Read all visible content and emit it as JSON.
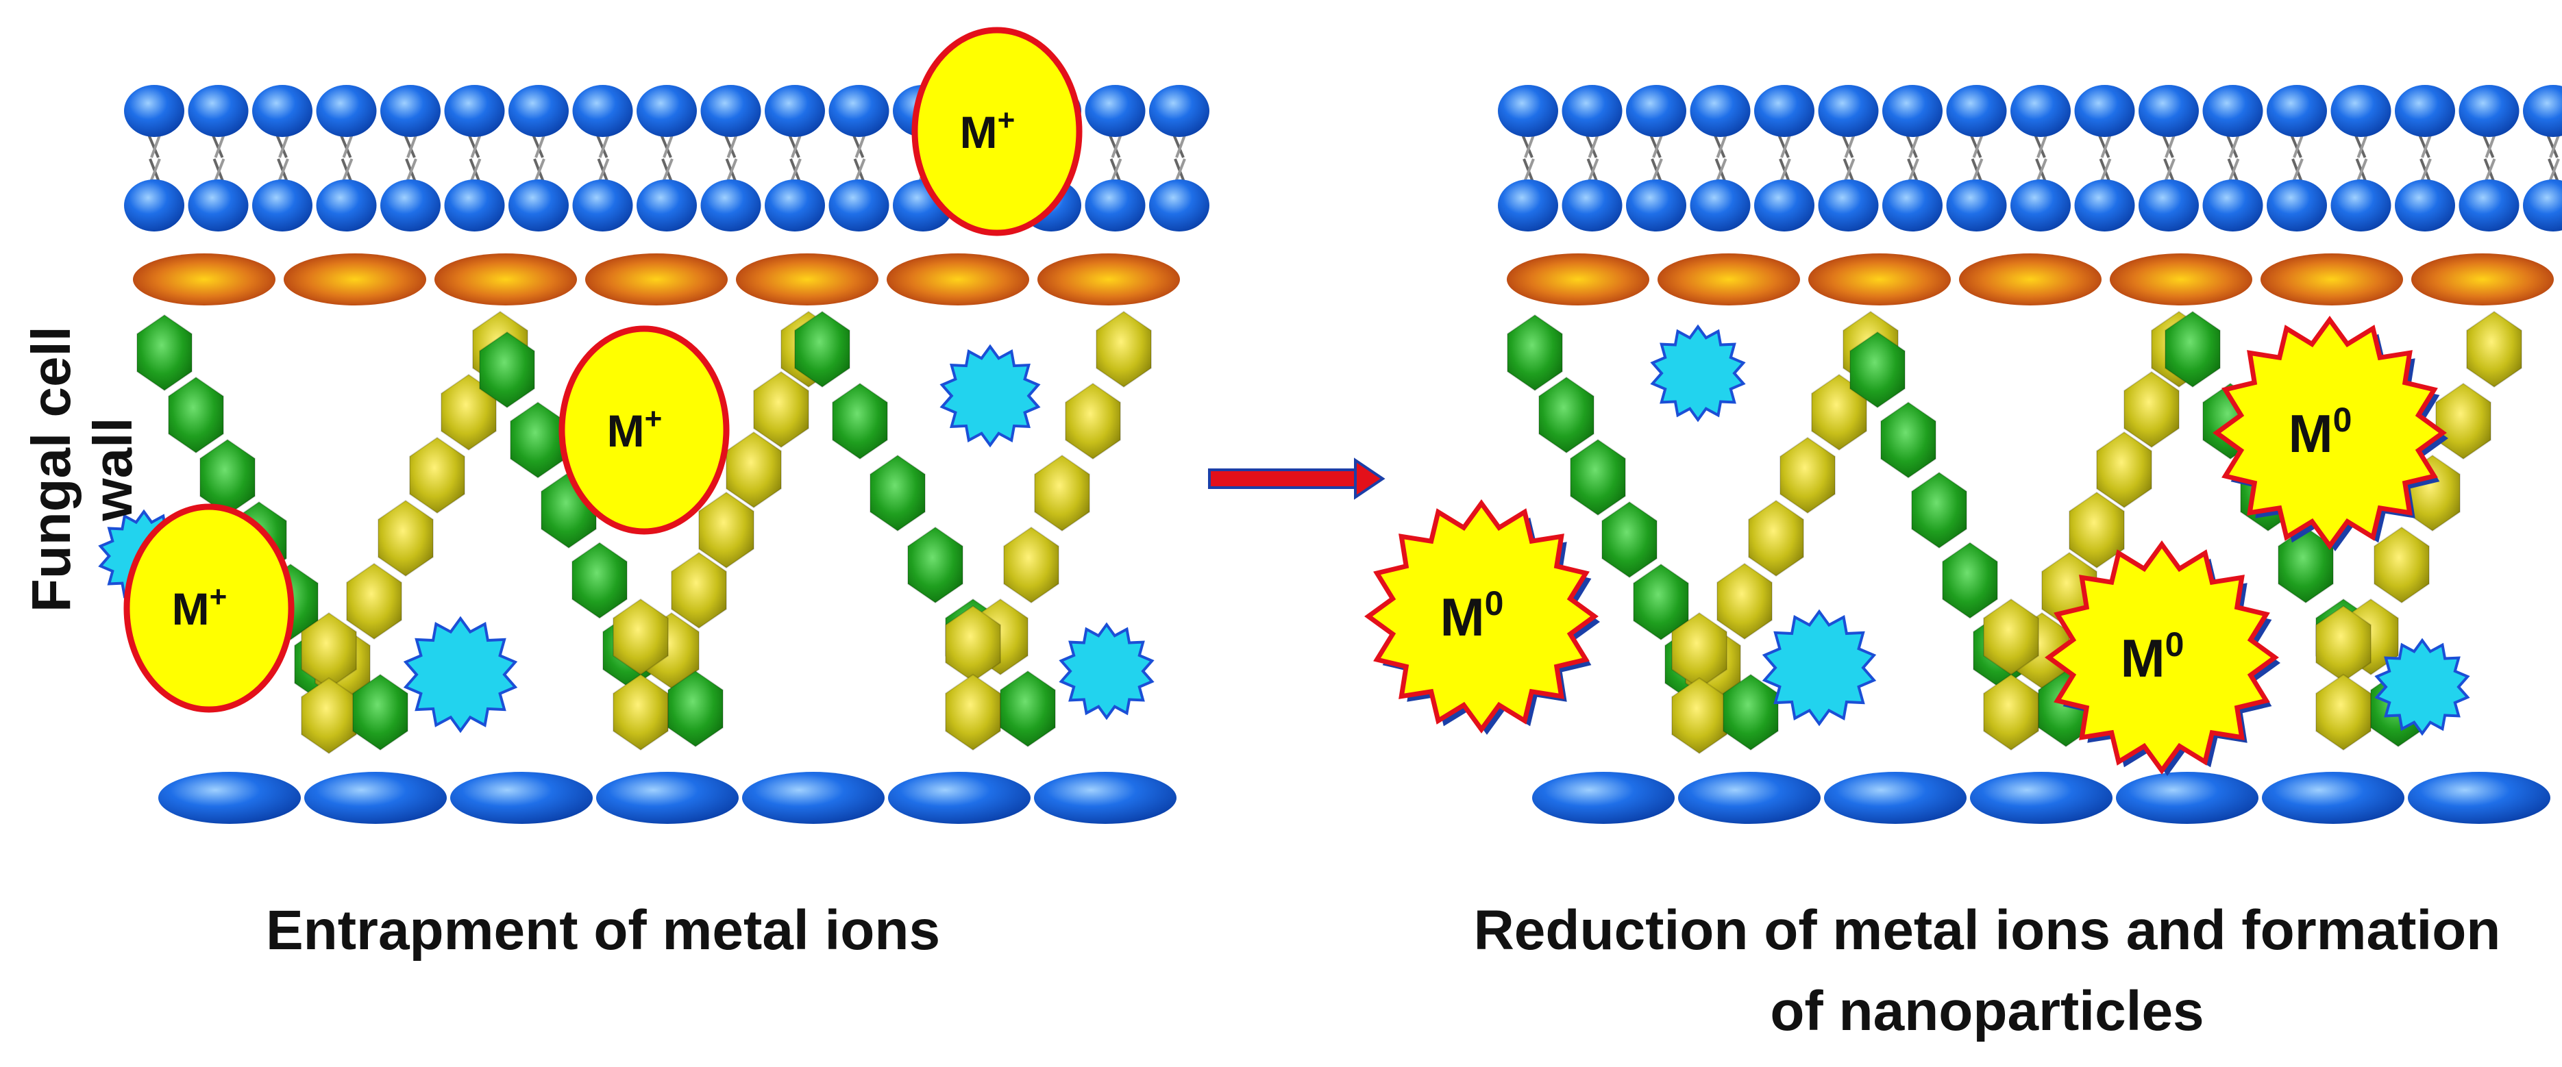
{
  "axis_label": "Fungal cell wall",
  "left_panel": {
    "caption": "Entrapment of metal ions",
    "ion_label": "M",
    "ion_charge": "+"
  },
  "right_panel": {
    "caption_line1": "Reduction of metal ions and formation",
    "caption_line2": "of nanoparticles",
    "particle_label": "M",
    "particle_charge": "0"
  },
  "colors": {
    "lipid_head": "#1f6fe8",
    "protein_band": "#d9661a",
    "chain_green": "#1f9f1f",
    "chain_olive": "#c8bf1a",
    "star_cyan": "#22d3ee",
    "ion_fill": "#ffff00",
    "ion_border": "#e3101a",
    "arrow": "#e3101a"
  }
}
